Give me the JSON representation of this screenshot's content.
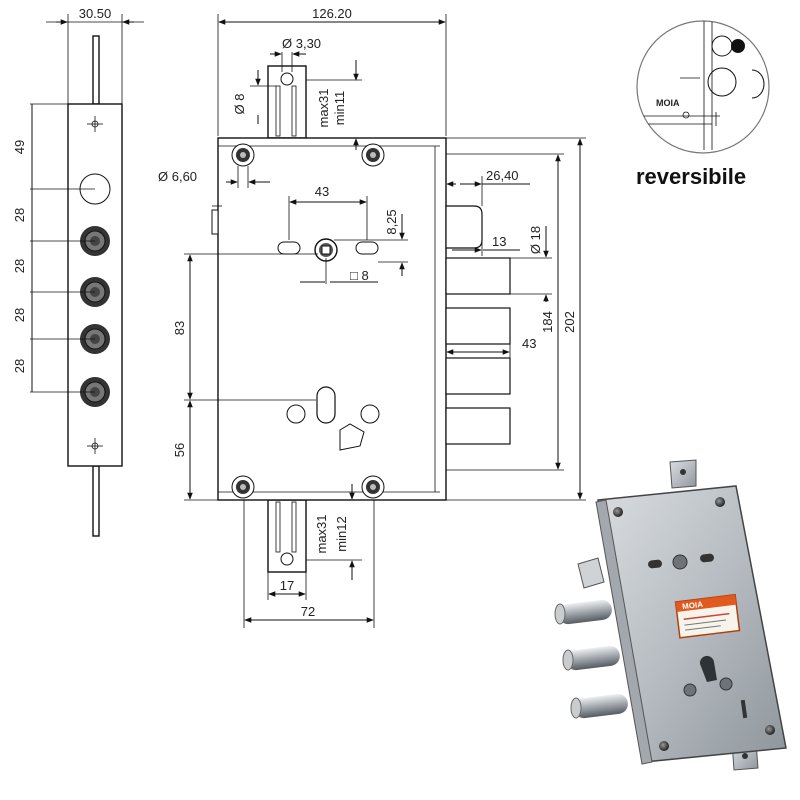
{
  "dimensions": {
    "faceplate_width": "30.50",
    "body_width": "126.20",
    "hole_dia_small": "Ø 3,30",
    "slot_8": "Ø 8",
    "max31_top": "max31",
    "min11": "min11",
    "hole_dia_mount": "Ø 6,60",
    "handle_spacing": "43",
    "offset_8_25": "8,25",
    "latch_26_40": "26,40",
    "bolt_dia": "Ø 18",
    "bolt_13": "13",
    "square_8": "□ 8",
    "v83": "83",
    "v184": "184",
    "v202": "202",
    "bolt_43": "43",
    "v56": "56",
    "v49": "49",
    "p28a": "28",
    "p28b": "28",
    "p28c": "28",
    "p28d": "28",
    "max31_bottom": "max31",
    "min12": "min12",
    "v17": "17",
    "v72": "72"
  },
  "inset": {
    "caption": "reversibile",
    "logo_text": "MOIA"
  },
  "product_label": {
    "brand": "MOIA"
  }
}
